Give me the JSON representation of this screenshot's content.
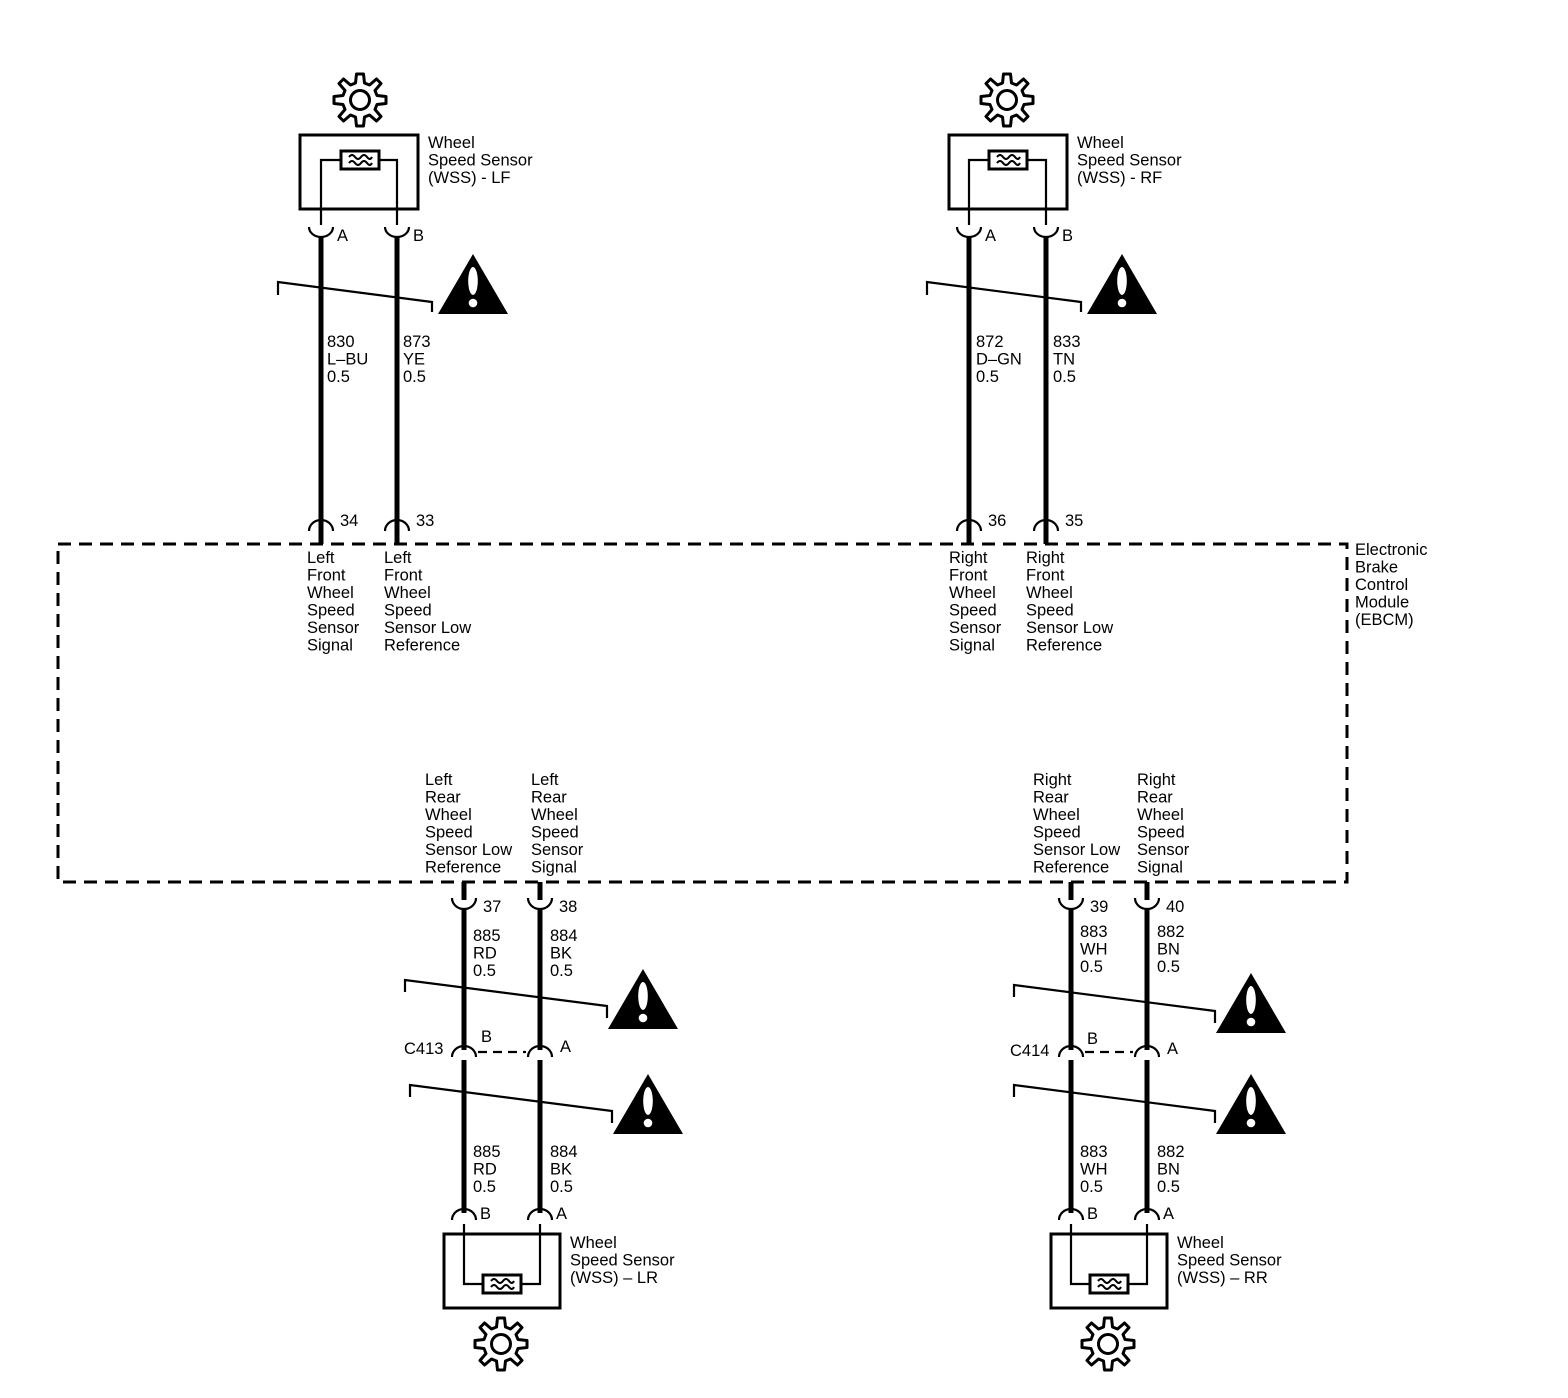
{
  "module": {
    "label_lines": [
      "Electronic",
      "Brake",
      "Control",
      "Module",
      "(EBCM)"
    ]
  },
  "sensors": {
    "lf": {
      "label_lines": [
        "Wheel",
        "Speed Sensor",
        "(WSS) - LF"
      ]
    },
    "rf": {
      "label_lines": [
        "Wheel",
        "Speed Sensor",
        "(WSS) - RF"
      ]
    },
    "lr": {
      "label_lines": [
        "Wheel",
        "Speed Sensor",
        "(WSS) – LR"
      ]
    },
    "rr": {
      "label_lines": [
        "Wheel",
        "Speed Sensor",
        "(WSS) – RR"
      ]
    }
  },
  "sensor_pins": {
    "lf_a": "A",
    "lf_b": "B",
    "rf_a": "A",
    "rf_b": "B",
    "lr_b": "B",
    "lr_a": "A",
    "rr_b": "B",
    "rr_a": "A"
  },
  "module_pins": {
    "p34": "34",
    "p33": "33",
    "p36": "36",
    "p35": "35",
    "p37": "37",
    "p38": "38",
    "p39": "39",
    "p40": "40"
  },
  "module_pin_labels": {
    "p34": [
      "Left",
      "Front",
      "Wheel",
      "Speed",
      "Sensor",
      "Signal"
    ],
    "p33": [
      "Left",
      "Front",
      "Wheel",
      "Speed",
      "Sensor Low",
      "Reference"
    ],
    "p36": [
      "Right",
      "Front",
      "Wheel",
      "Speed",
      "Sensor",
      "Signal"
    ],
    "p35": [
      "Right",
      "Front",
      "Wheel",
      "Speed",
      "Sensor Low",
      "Reference"
    ],
    "p37": [
      "Left",
      "Rear",
      "Wheel",
      "Speed",
      "Sensor Low",
      "Reference"
    ],
    "p38": [
      "Left",
      "Rear",
      "Wheel",
      "Speed",
      "Sensor",
      "Signal"
    ],
    "p39": [
      "Right",
      "Rear",
      "Wheel",
      "Speed",
      "Sensor Low",
      "Reference"
    ],
    "p40": [
      "Right",
      "Rear",
      "Wheel",
      "Speed",
      "Sensor",
      "Signal"
    ]
  },
  "circuits": {
    "lf_sig": [
      "830",
      "L–BU",
      "0.5"
    ],
    "lf_low": [
      "873",
      "YE",
      "0.5"
    ],
    "rf_sig": [
      "872",
      "D–GN",
      "0.5"
    ],
    "rf_low": [
      "833",
      "TN",
      "0.5"
    ],
    "lr_low_upper": [
      "885",
      "RD",
      "0.5"
    ],
    "lr_sig_upper": [
      "884",
      "BK",
      "0.5"
    ],
    "rr_low_upper": [
      "883",
      "WH",
      "0.5"
    ],
    "rr_sig_upper": [
      "882",
      "BN",
      "0.5"
    ],
    "lr_low_lower": [
      "885",
      "RD",
      "0.5"
    ],
    "lr_sig_lower": [
      "884",
      "BK",
      "0.5"
    ],
    "rr_low_lower": [
      "883",
      "WH",
      "0.5"
    ],
    "rr_sig_lower": [
      "882",
      "BN",
      "0.5"
    ]
  },
  "connectors": {
    "c413": {
      "name": "C413",
      "pin_b": "B",
      "pin_a": "A"
    },
    "c414": {
      "name": "C414",
      "pin_b": "B",
      "pin_a": "A"
    }
  },
  "icons": {
    "gear": "gear-icon",
    "caution": "caution-triangle-icon",
    "sensor_coil": "sensor-coil-icon"
  }
}
